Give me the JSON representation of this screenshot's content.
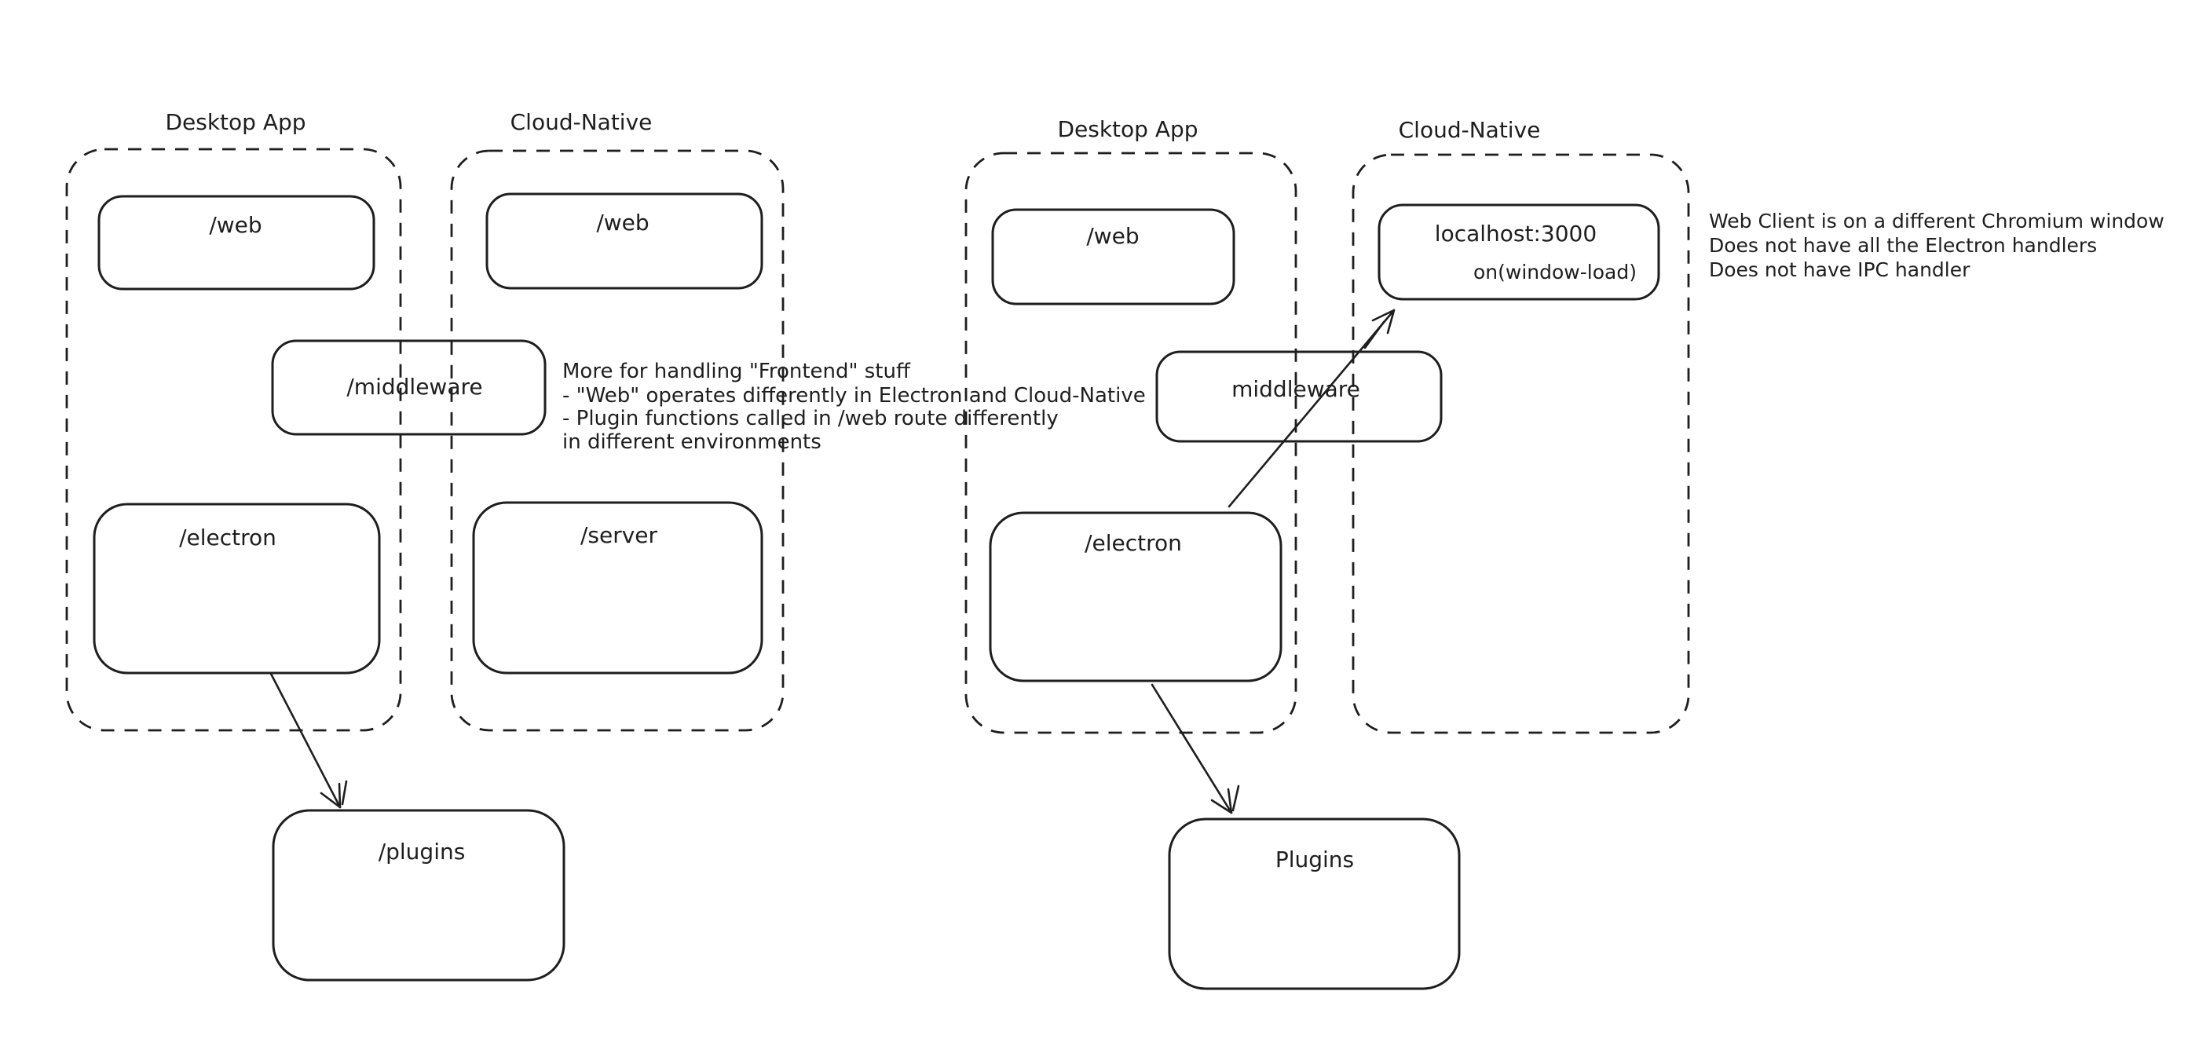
{
  "colors": {
    "ink": "#1e1e1e",
    "red": "#d0463e",
    "green": "#47a052",
    "background": "#ffffff"
  },
  "left": {
    "desktop": {
      "label": "Desktop App",
      "web": "/web",
      "electron": "/electron"
    },
    "cloud": {
      "label": "Cloud-Native",
      "web": "/web",
      "server": "/server"
    },
    "middleware": "/middleware",
    "plugins": "/plugins",
    "note": [
      "More for handling \"Frontend\" stuff",
      "- \"Web\" operates differently in Electron and Cloud-Native",
      "- Plugin functions called in /web route differently",
      "in different environments"
    ]
  },
  "right": {
    "desktop": {
      "label": "Desktop App",
      "web": "/web",
      "electron": "/electron"
    },
    "cloud": {
      "label": "Cloud-Native",
      "localhost": "localhost:3000",
      "localhost_event": "on(window-load)"
    },
    "middleware": "middleware",
    "plugins": "Plugins",
    "note": [
      "Web Client is on a different Chromium window",
      "Does not have all the Electron handlers",
      "Does not have IPC handler"
    ]
  }
}
